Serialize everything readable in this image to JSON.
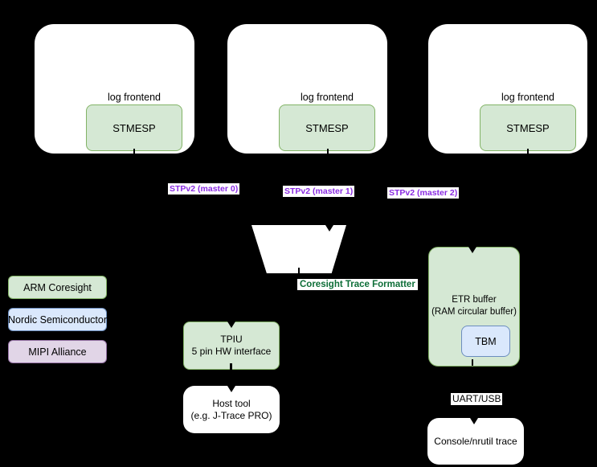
{
  "background": "#000000",
  "domains": [
    {
      "frontend_label": "log frontend",
      "stmesp_label": "STMESP",
      "master_label": "STPv2 (master 0)"
    },
    {
      "frontend_label": "log frontend",
      "stmesp_label": "STMESP",
      "master_label": "STPv2 (master 1)"
    },
    {
      "frontend_label": "log frontend",
      "stmesp_label": "STMESP",
      "master_label": "STPv2 (master 2)"
    }
  ],
  "funnel": {
    "label": "Coresight Trace Formatter"
  },
  "legend": [
    {
      "label": "ARM Coresight",
      "fill": "#d5e8d4",
      "border": "#82b366"
    },
    {
      "label": "Nordic Semiconductor",
      "fill": "#dae8fc",
      "border": "#6c8ebf"
    },
    {
      "label": "MIPI Alliance",
      "fill": "#e1d5e7",
      "border": "#9673a6"
    }
  ],
  "tpiu": {
    "line1": "TPIU",
    "line2": "5 pin HW interface"
  },
  "host_tool": {
    "line1": "Host tool",
    "line2": "(e.g. J-Trace PRO)"
  },
  "etr": {
    "line1": "ETR buffer",
    "line2": "(RAM circular buffer)",
    "tbm_label": "TBM"
  },
  "uart_label": "UART/USB",
  "console_label": "Console/nrutil trace",
  "colors": {
    "stpv2_text": "#8A2BE2",
    "formatter_text": "#0e6e38",
    "green_fill": "#d5e8d4",
    "green_border": "#82b366",
    "blue_fill": "#dae8fc",
    "blue_border": "#6c8ebf",
    "purple_fill": "#e1d5e7",
    "purple_border": "#9673a6"
  }
}
